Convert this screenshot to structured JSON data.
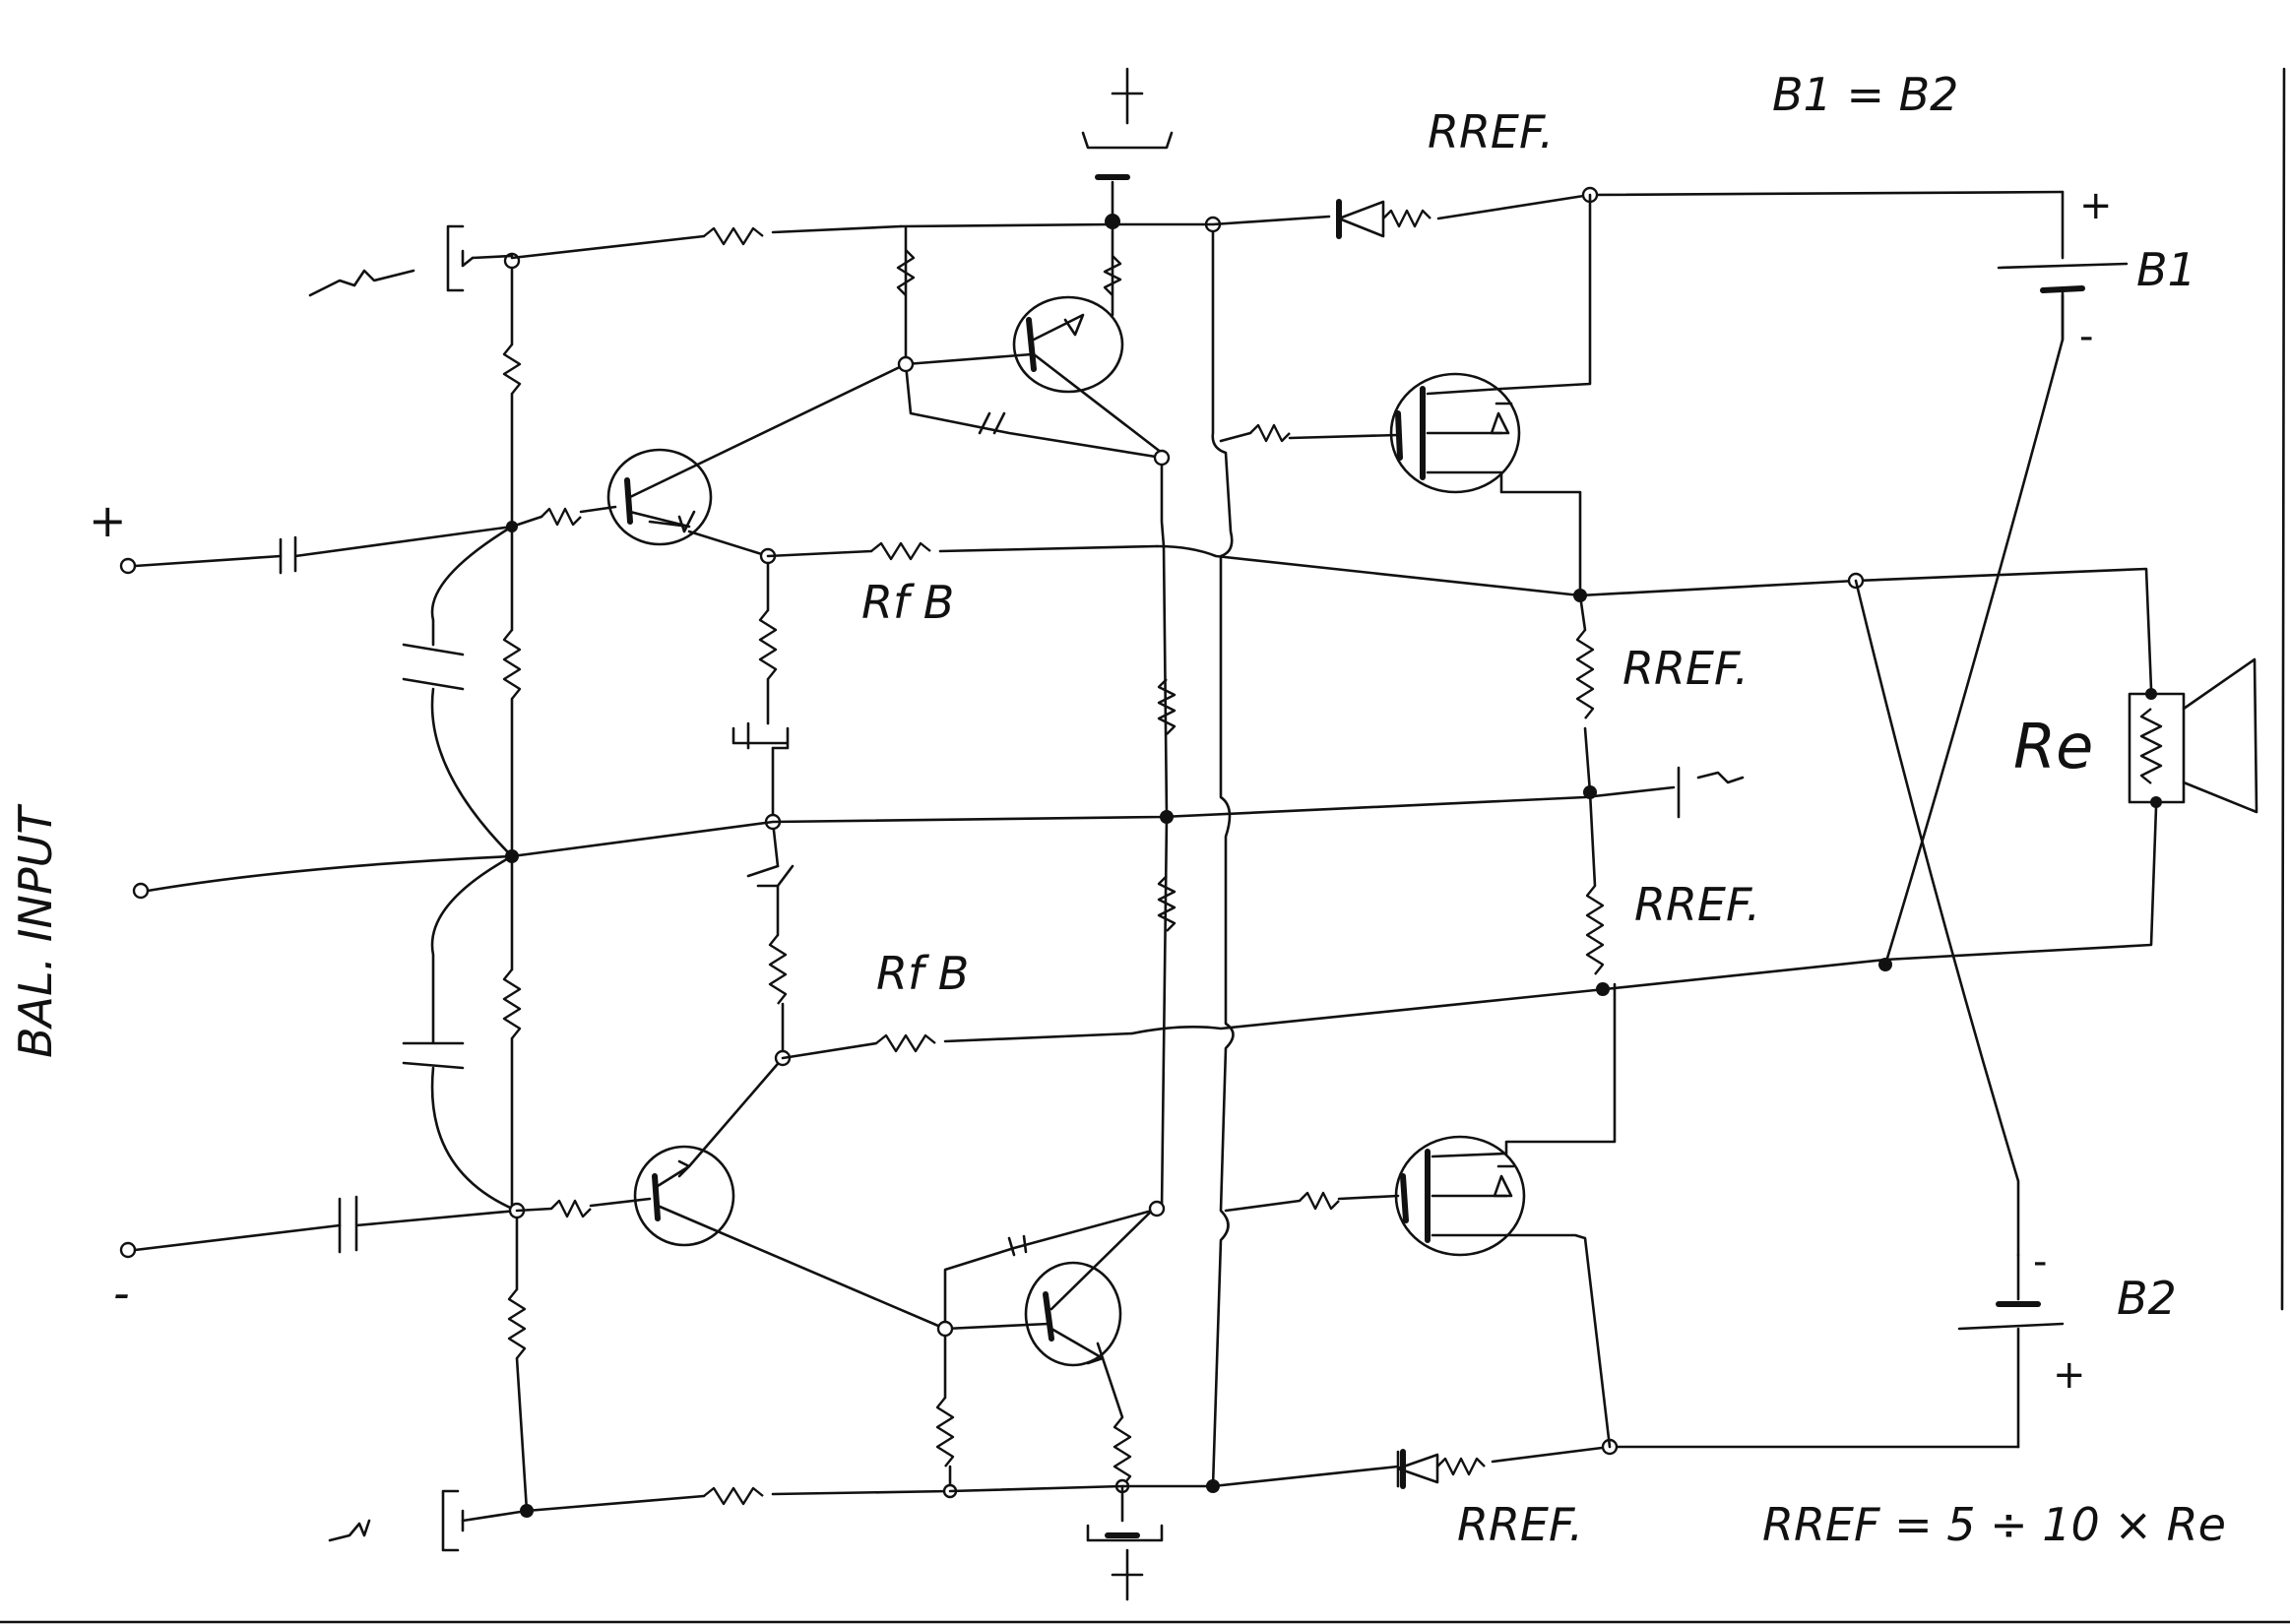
{
  "labels": {
    "b_equal": "B1 = B2",
    "b1": "B1",
    "b2": "B2",
    "rref_top": "RREF.",
    "rref_bottom": "RREF.",
    "rref_upper_right": "RREF.",
    "rref_lower_right": "RREF.",
    "rfb_upper": "Rf B",
    "rfb_lower": "Rf B",
    "re": "Re",
    "formula": "RREF = 5 ÷ 10 × Re",
    "input": "BAL. INPUT",
    "plus_input": "+",
    "minus_input": "-",
    "b1_plus": "+",
    "b1_minus": "-",
    "b2_plus": "+",
    "b2_minus": "-"
  },
  "colors": {
    "ink": "#111111",
    "paper": "#ffffff"
  },
  "icons": {
    "transistor": "bjt-circle-symbol",
    "mosfet": "mosfet-circle-symbol",
    "battery": "battery-symbol",
    "speaker": "loudspeaker-symbol",
    "diode": "diode-symbol",
    "ground": "ground-symbol"
  }
}
